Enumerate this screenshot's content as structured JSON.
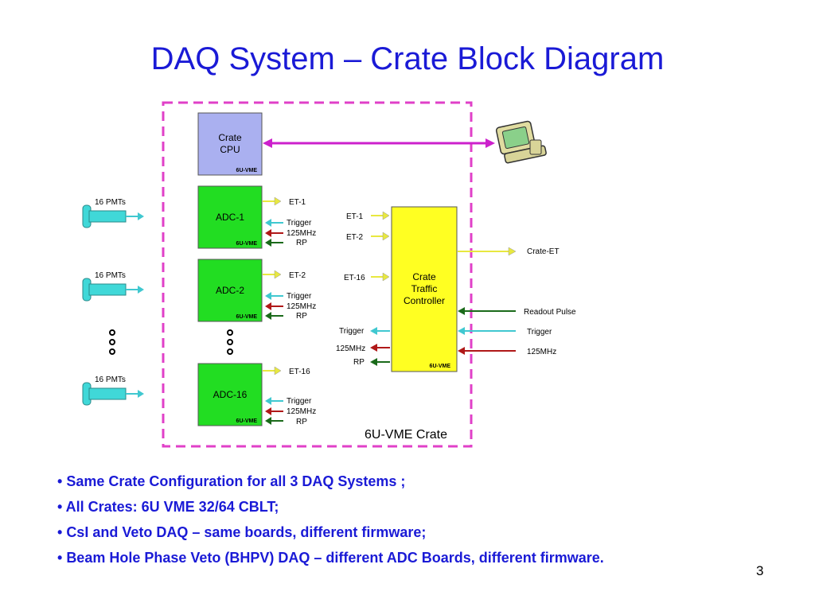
{
  "title": "DAQ System – Crate Block Diagram",
  "crate_label": "6U-VME Crate",
  "board_tag": "6U-VME",
  "crate_cpu": {
    "line1": "Crate",
    "line2": "CPU"
  },
  "adcs": [
    {
      "name": "ADC-1",
      "et": "ET-1"
    },
    {
      "name": "ADC-2",
      "et": "ET-2"
    },
    {
      "name": "ADC-16",
      "et": "ET-16"
    }
  ],
  "pmt_label": "16 PMTs",
  "signals": {
    "trigger": "Trigger",
    "clock": "125MHz",
    "rp": "RP"
  },
  "controller": {
    "line1": "Crate",
    "line2": "Traffic",
    "line3": "Controller"
  },
  "controller_inputs": [
    "ET-1",
    "ET-2",
    "ET-16"
  ],
  "controller_outputs": {
    "crate_et": "Crate-ET",
    "readout_pulse": "Readout Pulse",
    "trigger": "Trigger",
    "clock": "125MHz"
  },
  "icons": {
    "computer": "computer-terminal-icon",
    "pmt": "photomultiplier-tube-icon"
  },
  "colors": {
    "title": "#1a1ad6",
    "crate_border": "#e040c8",
    "cpu_fill": "#aab0f0",
    "adc_fill": "#22dd22",
    "controller_fill": "#ffff22",
    "et_arrow": "#e8e840",
    "trigger_arrow": "#40c8d0",
    "clock_arrow": "#b01818",
    "rp_arrow": "#1a6a1a",
    "pmt_fill": "#40d8d8",
    "link_arrow": "#cc20cc"
  },
  "bullets": [
    "Same Crate Configuration for all 3 DAQ Systems ;",
    "All Crates: 6U VME 32/64 CBLT;",
    "CsI and Veto DAQ – same boards, different firmware;",
    "Beam Hole Phase Veto (BHPV) DAQ – different ADC Boards, different firmware."
  ],
  "page_number": "3"
}
